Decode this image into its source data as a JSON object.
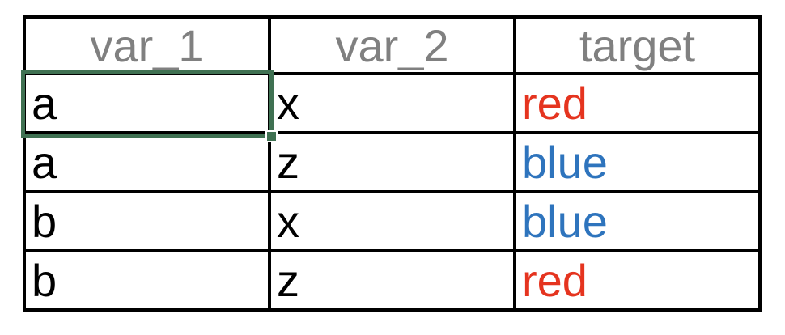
{
  "canvas": {
    "background_color": "#ffffff",
    "grid_border_color": "#000000"
  },
  "table": {
    "header_text_color": "#808080",
    "cell_text_color": "#000000",
    "headers": [
      {
        "label": "var_1"
      },
      {
        "label": "var_2"
      },
      {
        "label": "target"
      }
    ],
    "rows": [
      {
        "var_1": "a",
        "var_2": "x",
        "target": "red",
        "target_color": "#e5341f"
      },
      {
        "var_1": "a",
        "var_2": "z",
        "target": "blue",
        "target_color": "#2e74bd"
      },
      {
        "var_1": "b",
        "var_2": "x",
        "target": "blue",
        "target_color": "#2e74bd"
      },
      {
        "var_1": "b",
        "var_2": "z",
        "target": "red",
        "target_color": "#e5341f"
      }
    ]
  },
  "selection": {
    "selected_cell_value": "a",
    "selected_column": "var_1",
    "selected_row_index": 1,
    "border_color": "#3f7152"
  }
}
